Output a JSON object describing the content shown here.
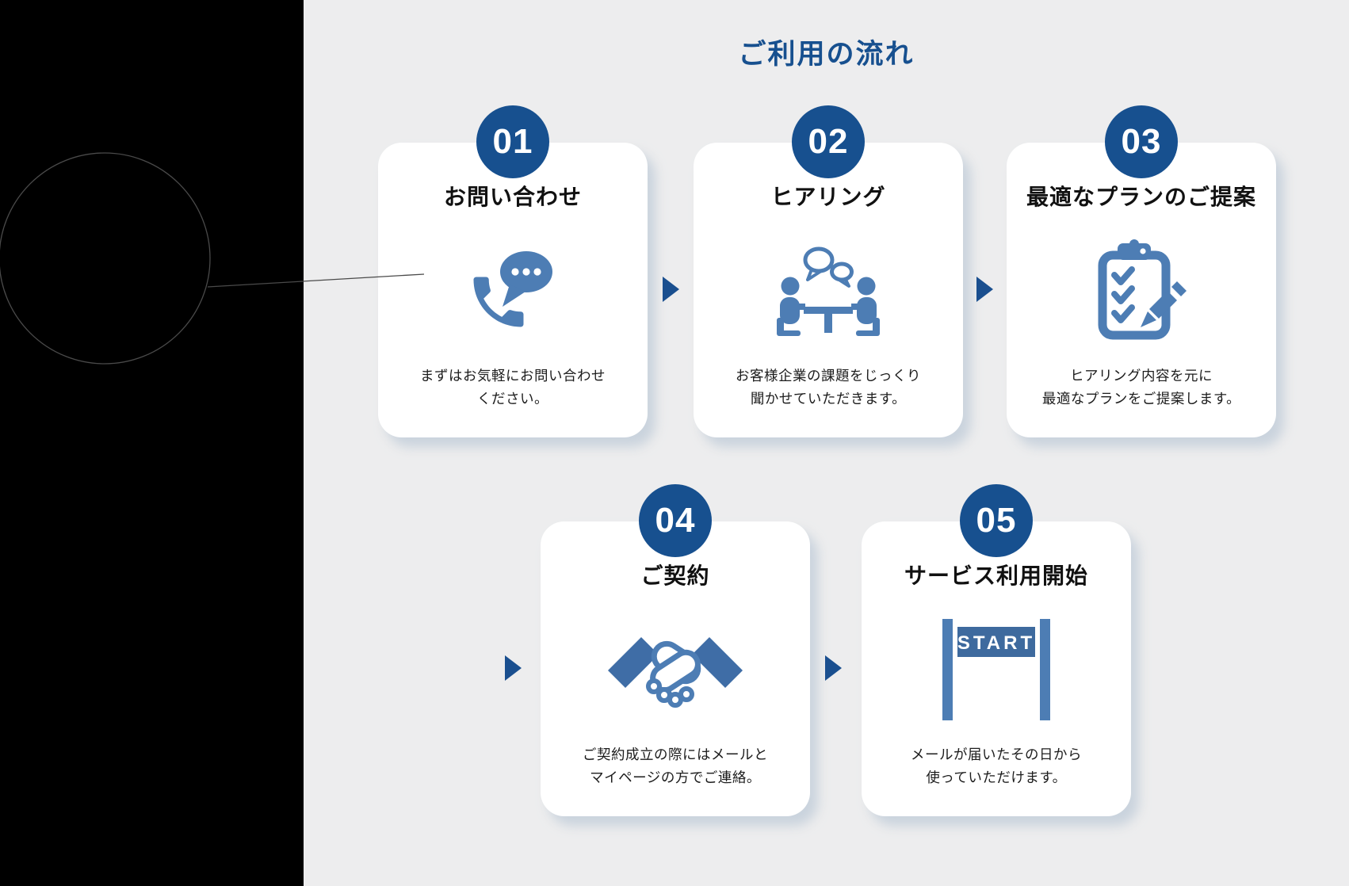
{
  "page": {
    "title": "ご利用の流れ",
    "colors": {
      "background": "#ededee",
      "sidebar": "#000000",
      "accent_blue": "#17508f",
      "icon_primary_blue": "#4d7db4",
      "icon_dark_blue": "#3e6a9e",
      "card": "#ffffff"
    }
  },
  "steps": [
    {
      "number": "01",
      "title": "お問い合わせ",
      "icon": "phone-chat-icon",
      "description_line1": "まずはお気軽にお問い合わせ",
      "description_line2": "ください。"
    },
    {
      "number": "02",
      "title": "ヒアリング",
      "icon": "meeting-icon",
      "description_line1": "お客様企業の課題をじっくり",
      "description_line2": "聞かせていただきます。"
    },
    {
      "number": "03",
      "title": "最適なプランのご提案",
      "icon": "checklist-pencil-icon",
      "description_line1": "ヒアリング内容を元に",
      "description_line2": "最適なプランをご提案します。"
    },
    {
      "number": "04",
      "title": "ご契約",
      "icon": "handshake-icon",
      "description_line1": "ご契約成立の際にはメールと",
      "description_line2": "マイページの方でご連絡。"
    },
    {
      "number": "05",
      "title": "サービス利用開始",
      "icon": "start-gate-icon",
      "description_line1": "メールが届いたその日から",
      "description_line2": "使っていただけます。"
    }
  ],
  "start_gate_label": "START"
}
